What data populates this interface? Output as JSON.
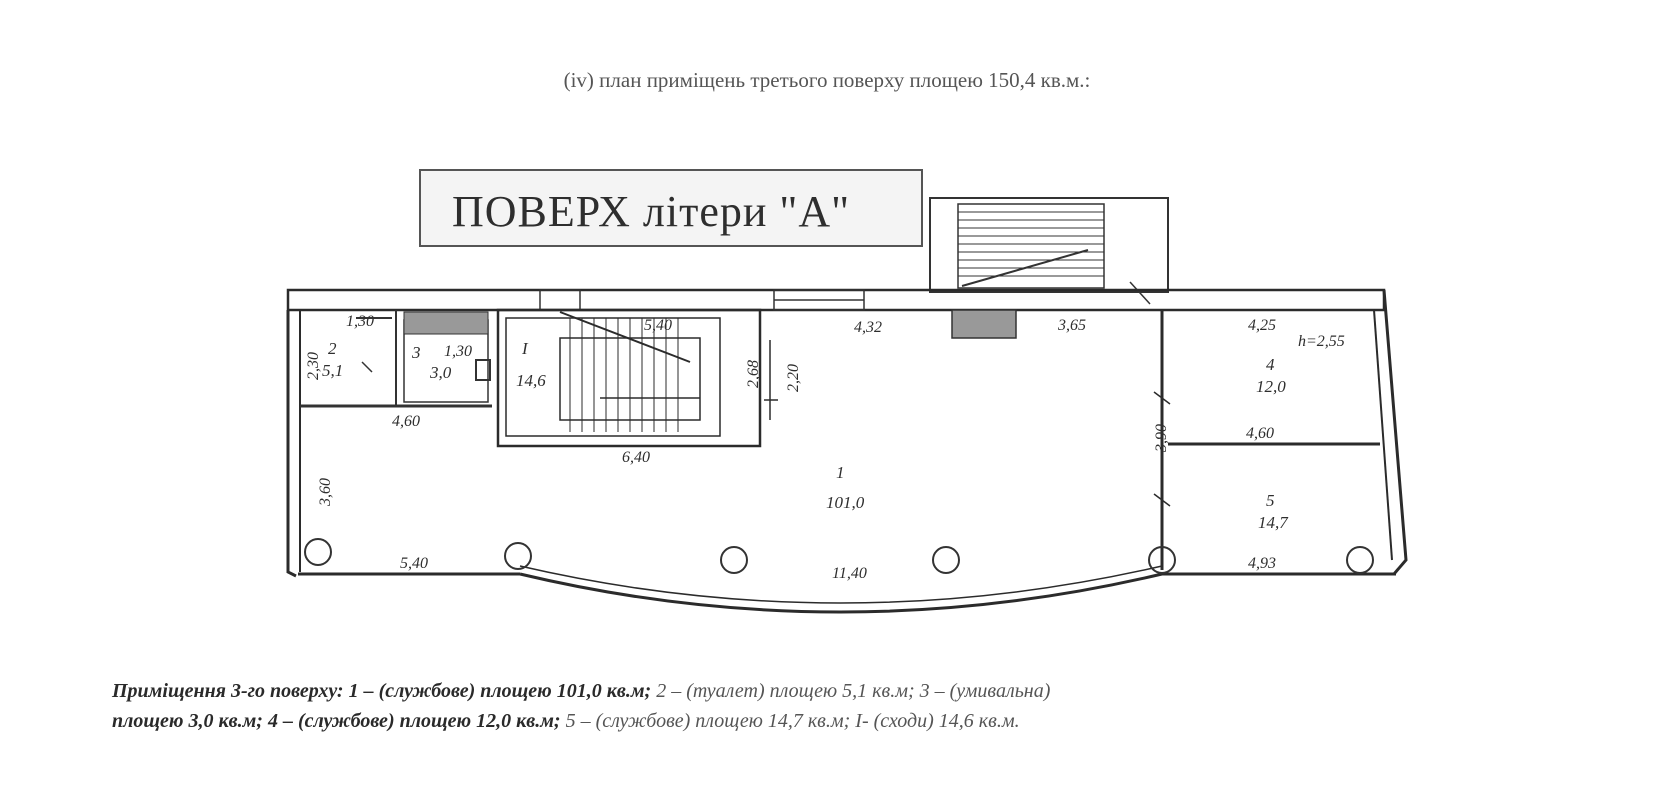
{
  "header": {
    "title": "(iv) план приміщень третього поверху площею 150,4 кв.м.:"
  },
  "banner": {
    "text": "ПОВЕРХ літери \"А\""
  },
  "rooms": {
    "r1": {
      "number": "1",
      "area": "101,0"
    },
    "r2": {
      "number": "2",
      "area": "5,1"
    },
    "r3": {
      "number": "3",
      "area": "3,0"
    },
    "r4": {
      "number": "4",
      "area": "12,0"
    },
    "r5": {
      "number": "5",
      "area": "14,7"
    },
    "rI": {
      "number": "I",
      "area": "14,6"
    }
  },
  "dimensions": {
    "d1": "1,30",
    "d2": "2,30",
    "d3": "1,30",
    "d4": "4,60",
    "d5": "3,60",
    "d6": "5,40",
    "d7": "6,40",
    "d8": "5,40",
    "d9": "2,68",
    "d10": "2,20",
    "d11": "4,32",
    "d12": "3,65",
    "d13": "4,25",
    "d14": "h=2,55",
    "d15": "4,60",
    "d16": "3,90",
    "d17": "4,93",
    "d18": "11,40"
  },
  "caption": {
    "line1_bold": "Приміщення 3-го поверху: 1 – (службове) площею 101,0  кв.м;",
    "line1_light": " 2 – (туалет) площею 5,1 кв.м; 3 – (умивальна)",
    "line2_bold": "площею 3,0 кв.м; 4 – (службове) площею 12,0 кв.м;",
    "line2_light": "  5 – (службове) площею 14,7 кв.м;  I- (сходи) 14,6 кв.м."
  }
}
